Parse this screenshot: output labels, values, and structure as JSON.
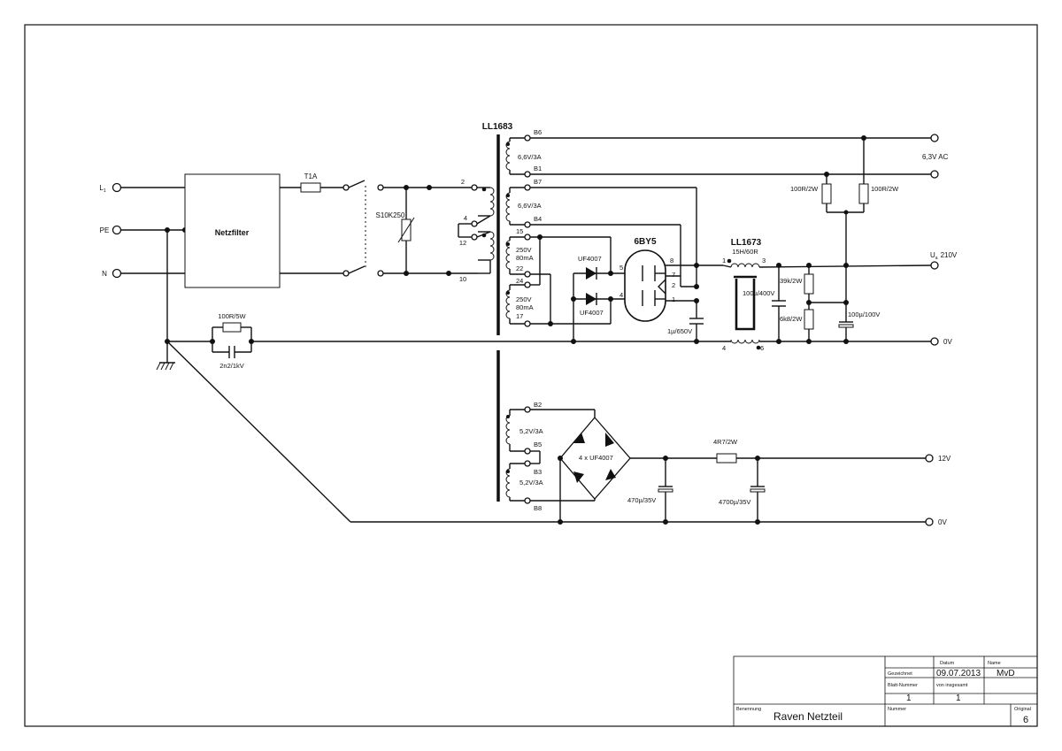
{
  "terminals": {
    "l1": "L",
    "l1_sub": "1",
    "pe": "PE",
    "n": "N",
    "ac_out": "6,3V AC",
    "ua": "U",
    "ua_sub": "a",
    "ua_value": "210V",
    "zero_top": "0V",
    "v12": "12V",
    "zero_bottom": "0V"
  },
  "components": {
    "netzfilter": "Netzfilter",
    "fuse": "T1A",
    "varistor": "S10K250",
    "transformer_main": "LL1683",
    "tube": "6BY5",
    "choke": "LL1673",
    "choke_spec": "15H/60R",
    "diode_top": "UF4007",
    "diode_bottom": "UF4007",
    "bridge": "4 x UF4007",
    "pe_resistor": "100R/5W",
    "pe_cap": "2n2/1kV",
    "cap_1u": "1µ/650V",
    "cap_100u_400": "100µ/400V",
    "r_39k": "39k/2W",
    "r_6k8": "6k8/2W",
    "cap_100u_100": "100µ/100V",
    "r_100_left": "100R/2W",
    "r_100_right": "100R/2W",
    "r_4r7": "4R7/2W",
    "cap_470": "470µ/35V",
    "cap_4700": "4700µ/35V"
  },
  "windings": {
    "heater_1": "6,6V/3A",
    "heater_2": "6,6V/3A",
    "hv_1": "250V\n80mA",
    "hv_2": "250V\n80mA",
    "low_1": "5,2V/3A",
    "low_2": "5,2V/3A"
  },
  "pins": {
    "b6": "B6",
    "b1": "B1",
    "b7": "B7",
    "b4": "B4",
    "p2": "2",
    "p4": "4",
    "p12": "12",
    "p10": "10",
    "p15": "15",
    "p22": "22",
    "p24": "24",
    "p17": "17",
    "tube_5": "5",
    "tube_4": "4",
    "tube_8": "8",
    "tube_7": "7",
    "tube_2": "2",
    "tube_1": "1",
    "choke_1": "1",
    "choke_3": "3",
    "choke_4": "4",
    "choke_6": "6",
    "b2": "B2",
    "b5": "B5",
    "b3": "B3",
    "b8": "B8"
  },
  "title_block": {
    "datum_label": "Datum",
    "name_label": "Name",
    "gezeichnet_label": "Gezeichnet",
    "date": "09.07.2013",
    "name": "MvD",
    "blatt_label": "Blatt-Nummer",
    "von_label": "von insgesamt",
    "blatt": "1",
    "von": "1",
    "benennung_label": "Benennung",
    "benennung": "Raven Netzteil",
    "nummer_label": "Nummer",
    "original_label": "Original",
    "original": "6"
  }
}
